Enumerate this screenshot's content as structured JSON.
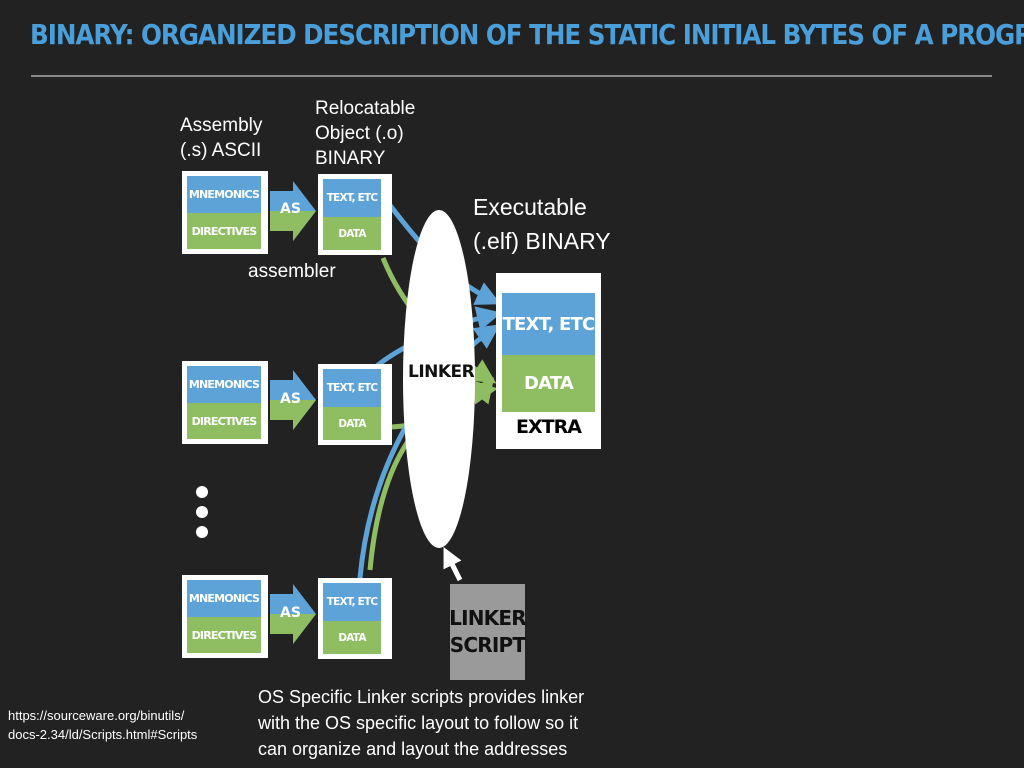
{
  "title": "BINARY: ORGANIZED DESCRIPTION OF THE STATIC INITIAL BYTES OF A PROGRAM",
  "labels": {
    "assembly": [
      "Assembly",
      "(.s) ASCII"
    ],
    "relocatable": [
      "Relocatable",
      "Object (.o)",
      "BINARY"
    ],
    "executable": [
      "Executable",
      "(.elf) BINARY"
    ],
    "assembler": "assembler"
  },
  "source_blocks": {
    "mnemonics": "MNEMONICS",
    "directives": "DIRECTIVES"
  },
  "object_blocks": {
    "text": "TEXT, ETC",
    "data": "DATA"
  },
  "as_label": "AS",
  "executable_blocks": {
    "text": "TEXT, ETC",
    "data": "DATA",
    "extra": "EXTRA"
  },
  "linker": "LINKER",
  "linker_script": [
    "LINKER",
    "SCRIPT"
  ],
  "footer": [
    "OS Specific Linker scripts provides linker",
    "with the OS specific layout to follow so it",
    "can organize and layout the addresses"
  ],
  "reference_url": [
    "https://sourceware.org/binutils/",
    "docs-2.34/ld/Scripts.html#Scripts"
  ],
  "colors": {
    "background": "#222222",
    "title": "#4a9fdb",
    "text_section": "#5ea3d8",
    "data_section": "#8fbe62",
    "linker_script": "#9a9a9a"
  }
}
